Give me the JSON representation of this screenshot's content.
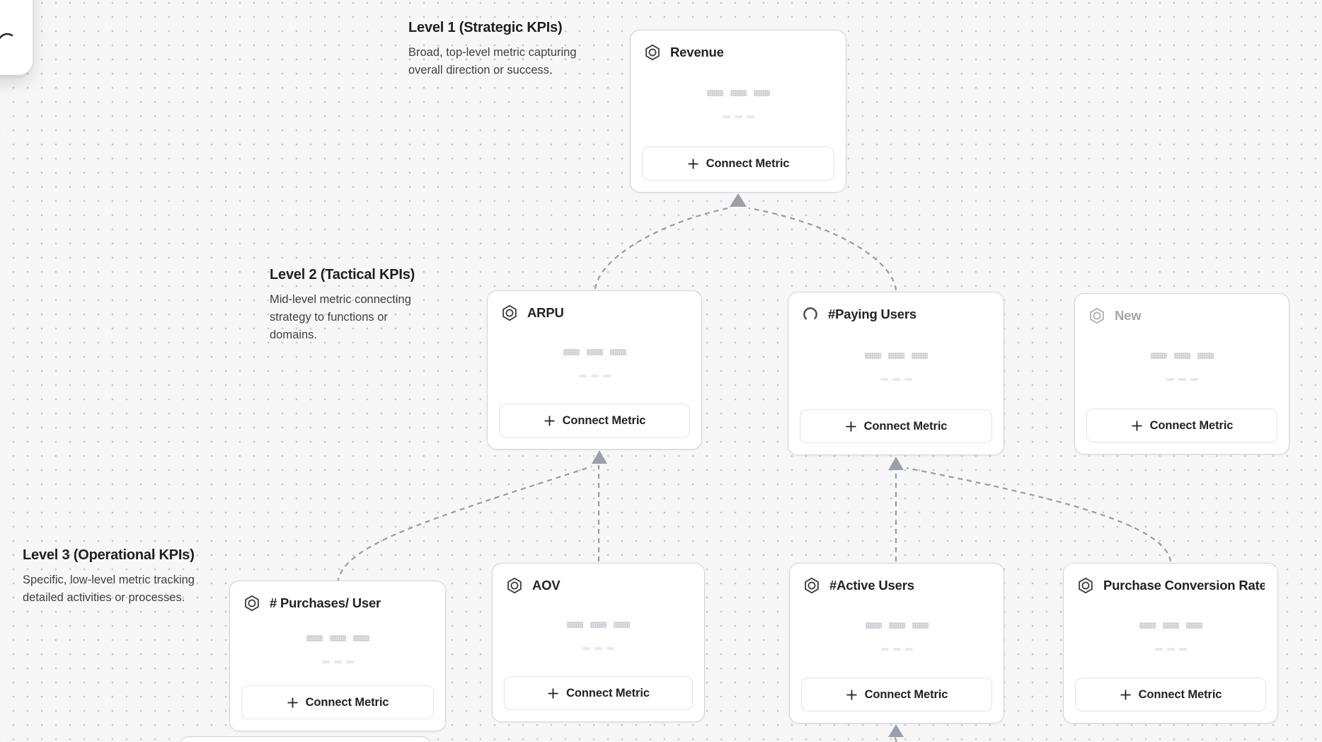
{
  "levels": [
    {
      "title": "Level 1 (Strategic KPIs)",
      "description": "Broad, top-level metric capturing overall direction or success."
    },
    {
      "title": "Level 2 (Tactical KPIs)",
      "description": "Mid-level metric connecting strategy to functions or domains."
    },
    {
      "title": "Level 3 (Operational KPIs)",
      "description": "Specific, low-level metric tracking detailed activities or processes."
    }
  ],
  "cards": {
    "revenue": {
      "title": "Revenue",
      "icon": "metric-hexagon",
      "state": "default"
    },
    "arpu": {
      "title": "ARPU",
      "icon": "metric-hexagon",
      "state": "default"
    },
    "paying_users": {
      "title": "#Paying Users",
      "icon": "loading-spinner",
      "state": "loading"
    },
    "new": {
      "title": "New",
      "icon": "metric-hexagon",
      "state": "placeholder"
    },
    "purchases_per_user": {
      "title": "# Purchases/ User",
      "icon": "metric-hexagon",
      "state": "default"
    },
    "aov": {
      "title": "AOV",
      "icon": "metric-hexagon",
      "state": "default"
    },
    "active_users": {
      "title": "#Active Users",
      "icon": "metric-hexagon",
      "state": "default"
    },
    "purchase_conversion_rate": {
      "title": "Purchase Conversion Rate",
      "icon": "metric-hexagon",
      "state": "default"
    }
  },
  "connect_metric_label": "Connect Metric",
  "edges": [
    {
      "from": "ARPU",
      "to": "Revenue"
    },
    {
      "from": "#Paying Users",
      "to": "Revenue"
    },
    {
      "from": "# Purchases/ User",
      "to": "ARPU"
    },
    {
      "from": "AOV",
      "to": "ARPU"
    },
    {
      "from": "#Active Users",
      "to": "#Paying Users"
    },
    {
      "from": "Purchase Conversion Rate",
      "to": "#Paying Users"
    }
  ],
  "colors": {
    "canvas_bg": "#f7f7f8",
    "dot_grid": "#c7c7cc",
    "card_border": "#d5d5d9",
    "connector": "#9aa0a6",
    "title_text": "#232327",
    "muted_text": "#a6a6ad"
  }
}
